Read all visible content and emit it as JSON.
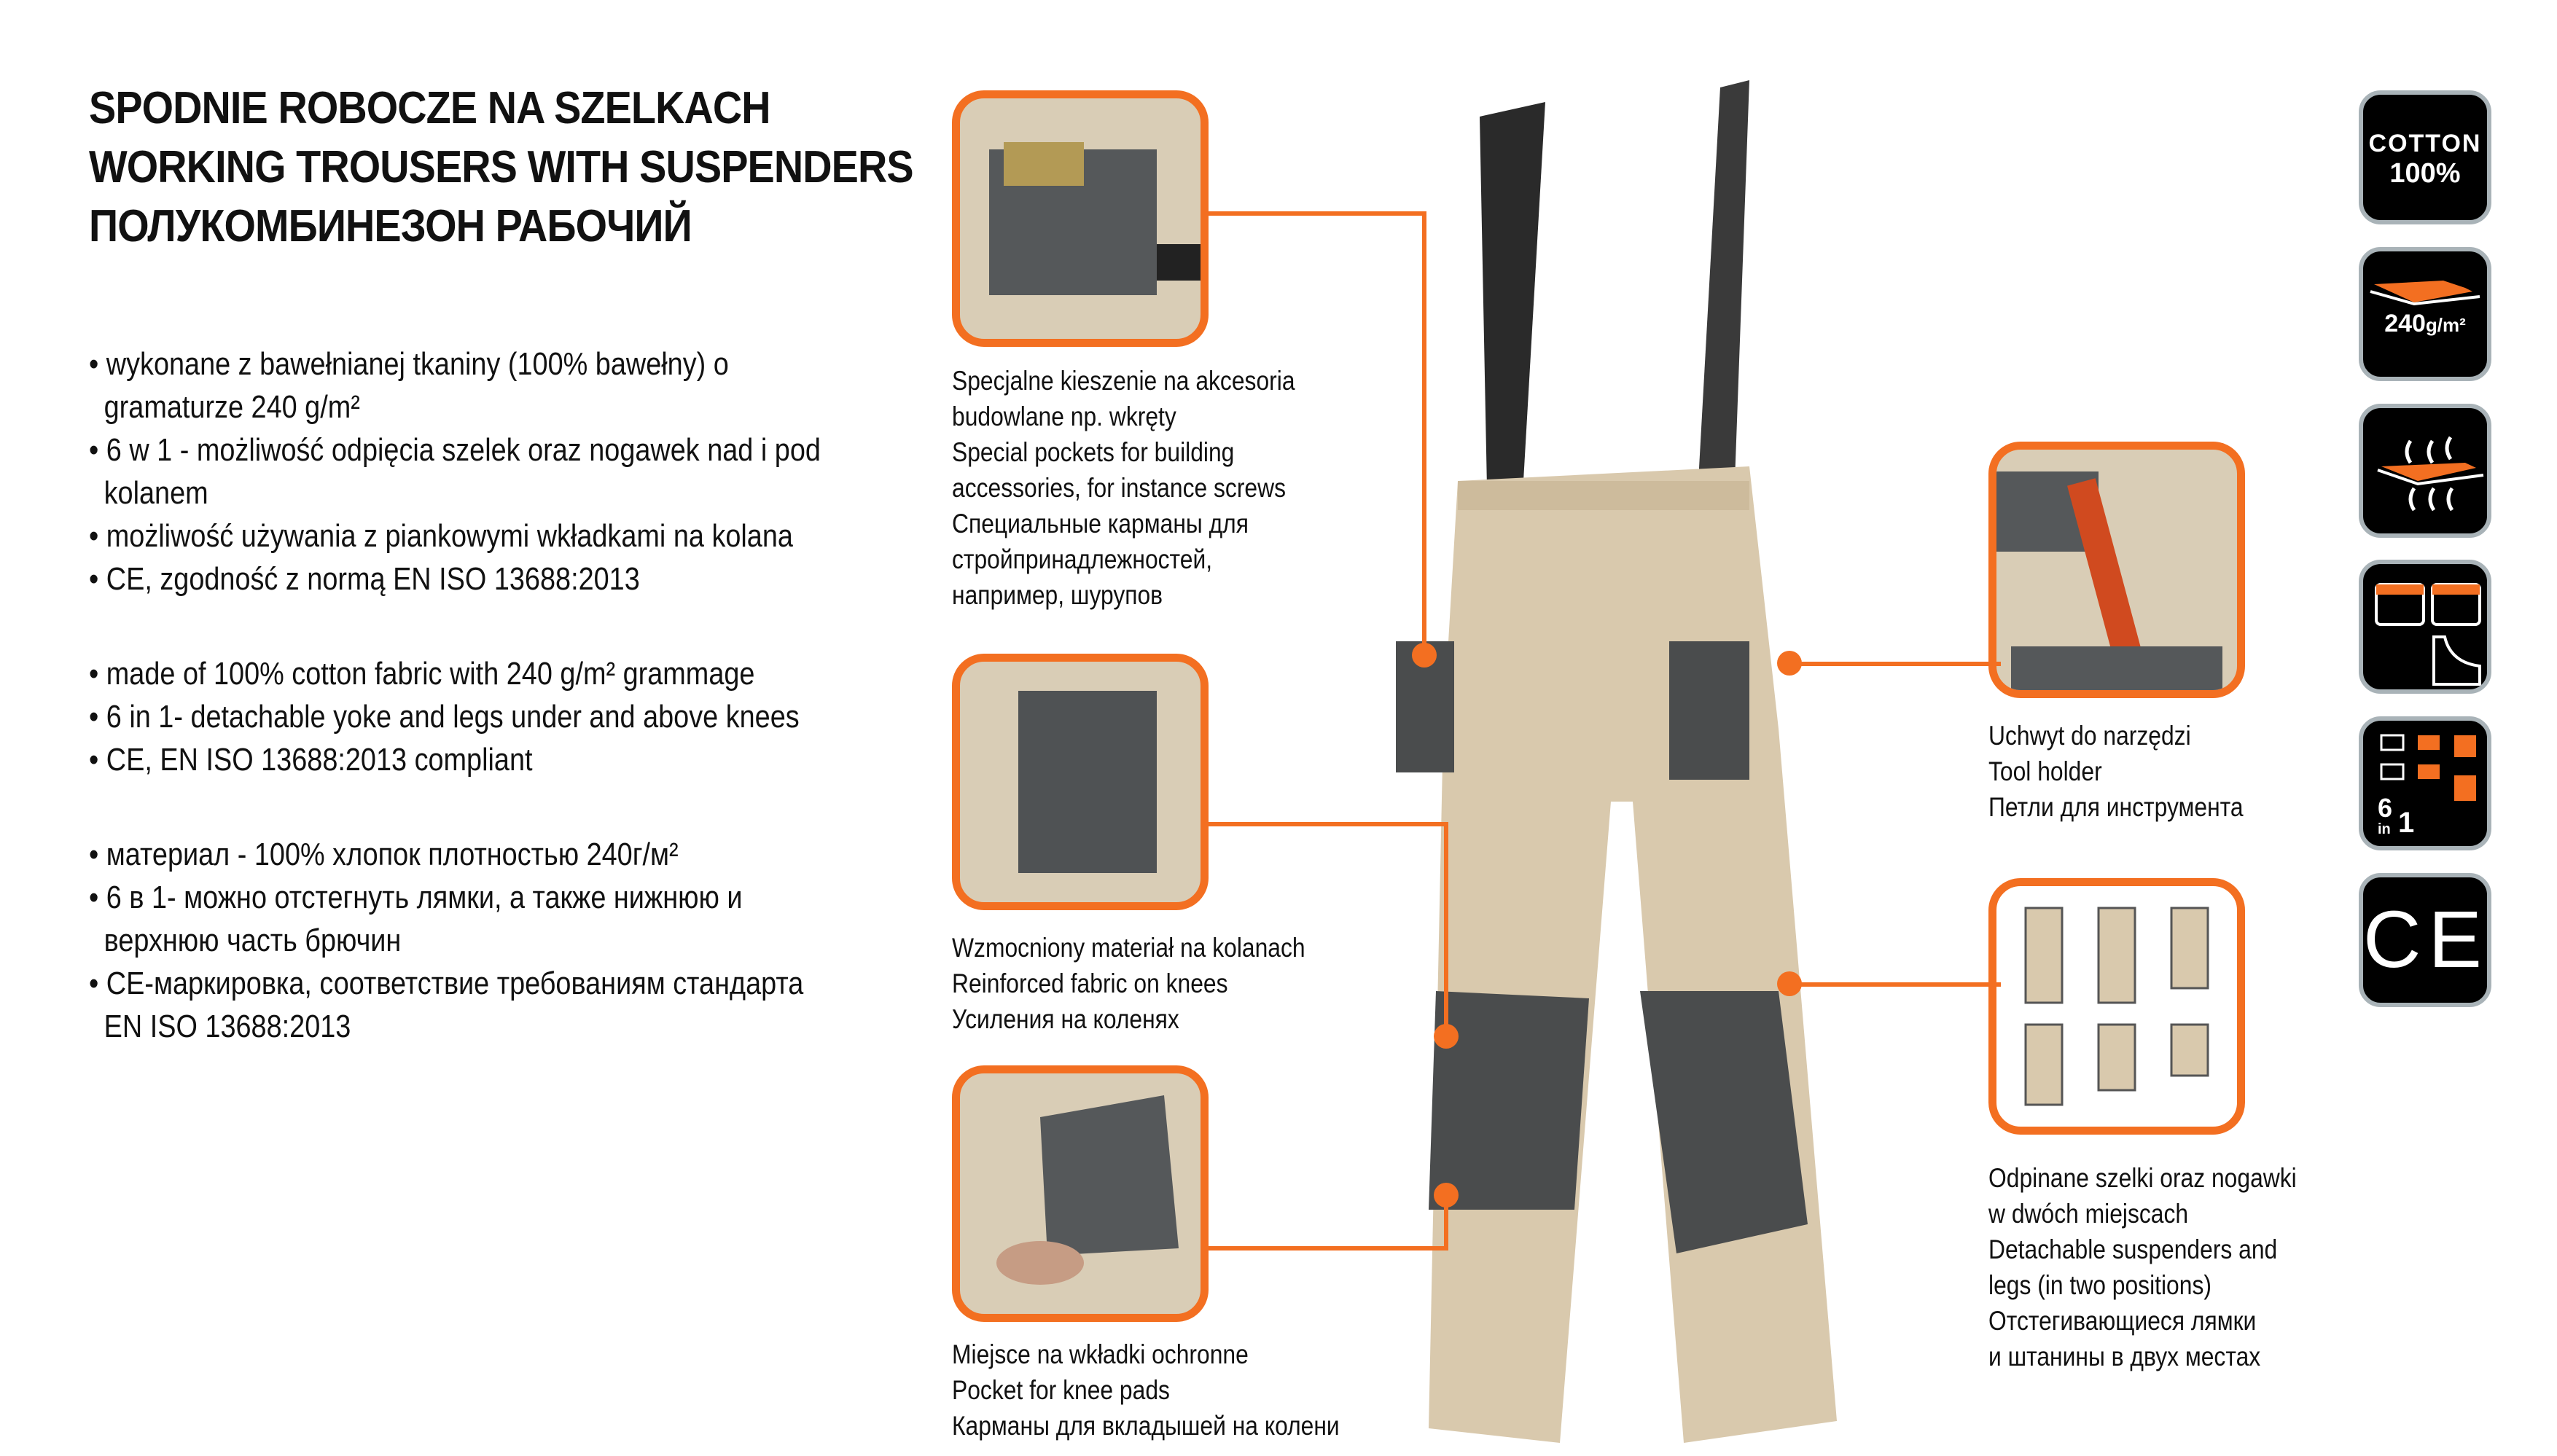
{
  "title": {
    "pl": "SPODNIE ROBOCZE NA SZELKACH",
    "en": "WORKING TROUSERS WITH SUSPENDERS",
    "ru": "ПОЛУКОМБИНЕЗОН РАБОЧИЙ"
  },
  "bullets_pl": [
    "wykonane z bawełnianej tkaniny (100% bawełny) o gramaturze 240 g/m²",
    "6 w 1 - możliwość odpięcia szelek oraz nogawek nad i pod kolanem",
    "możliwość używania z piankowymi wkładkami na kolana",
    "CE, zgodność z normą EN ISO 13688:2013"
  ],
  "bullets_en": [
    "made of 100% cotton fabric with 240 g/m² grammage",
    "6 in 1- detachable yoke and legs under and above knees",
    "CE, EN ISO 13688:2013 compliant"
  ],
  "bullets_ru": [
    "материал - 100% хлопок плотностью 240г/м²",
    "6 в 1- можно отстегнуть лямки, а также нижнюю и верхнюю часть брючин",
    "CE-маркировка, соответствие требованиям стандарта EN ISO 13688:2013"
  ],
  "features": [
    {
      "lines": [
        "Specjalne kieszenie na akcesoria",
        "budowlane np. wkręty",
        "Special pockets for building",
        "accessories, for instance screws",
        "Специальные карманы для",
        "стройпринадлежностей,",
        "например, шурупов"
      ]
    },
    {
      "lines": [
        "Wzmocniony materiał na kolanach",
        "Reinforced fabric on knees",
        "Усиления на коленях"
      ]
    },
    {
      "lines": [
        "Miejsce na wkładki ochronne",
        "Pocket for knee pads",
        "Карманы для вкладышей на колени"
      ]
    },
    {
      "lines": [
        "Uchwyt do narzędzi",
        "Tool holder",
        "Петли для инструмента"
      ]
    },
    {
      "lines": [
        "Odpinane szelki oraz nogawki",
        "w dwóch miejscach",
        "Detachable suspenders and",
        "legs (in two positions)",
        "Отстегивающиеся лямки",
        "и штанины в двух местах"
      ]
    }
  ],
  "icons": {
    "cotton_label": "COTTON",
    "cotton_value": "100%",
    "weight_value": "240",
    "weight_unit": "g/m²",
    "six_in_one_num": "6",
    "six_in_one_in": "in",
    "six_in_one_one": "1",
    "ce_mark": "CE"
  },
  "colors": {
    "accent": "#f36f21",
    "fabric": "#d9c9ad",
    "panel": "#4a4c4d"
  }
}
